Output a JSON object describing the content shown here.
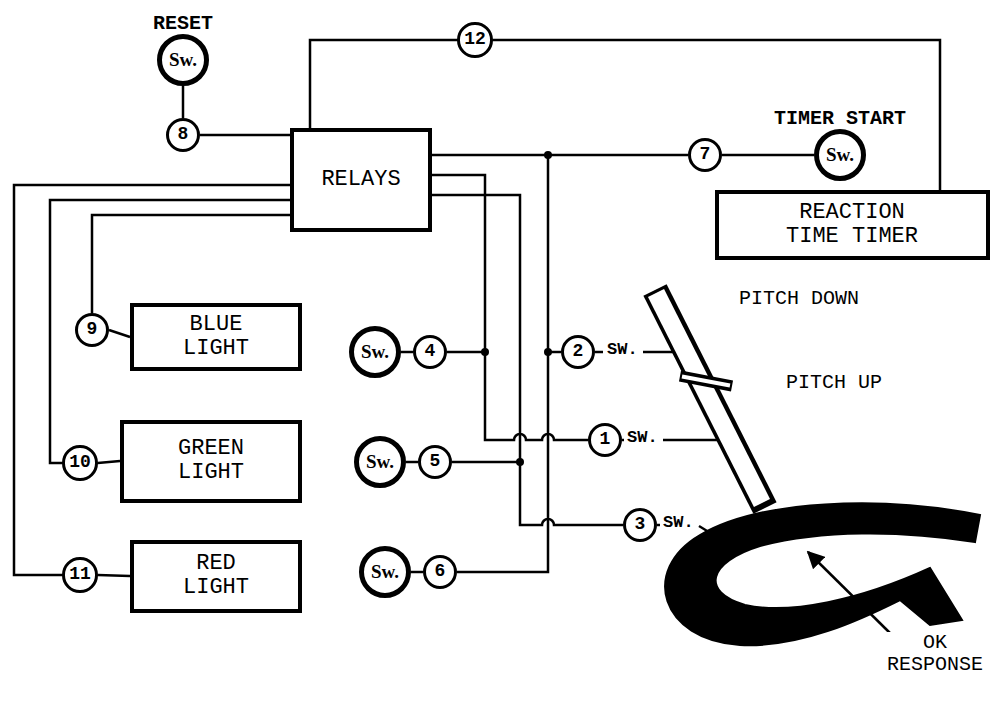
{
  "diagram": {
    "nodes": [
      {
        "text": [
          "RESET",
          "Sw."
        ]
      },
      {
        "text": [
          "12"
        ]
      },
      {
        "text": [
          "8"
        ]
      },
      {
        "text": [
          "RELAYS"
        ]
      },
      {
        "text": [
          "7"
        ]
      },
      {
        "text": [
          "TIMER START",
          "Sw."
        ]
      },
      {
        "text": [
          "REACTION TIME TIMER"
        ]
      },
      {
        "text": [
          "9"
        ]
      },
      {
        "text": [
          "BLUE LIGHT"
        ]
      },
      {
        "text": [
          "Sw."
        ]
      },
      {
        "text": [
          "4"
        ]
      },
      {
        "text": [
          "2"
        ]
      },
      {
        "text": [
          "1"
        ]
      },
      {
        "text": [
          "10"
        ]
      },
      {
        "text": [
          "GREEN LIGHT"
        ]
      },
      {
        "text": [
          "Sw."
        ]
      },
      {
        "text": [
          "5"
        ]
      },
      {
        "text": [
          "3"
        ]
      },
      {
        "text": [
          "11"
        ]
      },
      {
        "text": [
          "RED LIGHT"
        ]
      },
      {
        "text": [
          "Sw."
        ]
      },
      {
        "text": [
          "6"
        ]
      }
    ],
    "edges": [
      {
        "from": 0,
        "to": 2,
        "arrow": "none"
      },
      {
        "from": 2,
        "to": 3,
        "arrow": "none"
      },
      {
        "from": 3,
        "to": 1,
        "arrow": "none"
      },
      {
        "from": 1,
        "to": 6,
        "arrow": "none"
      },
      {
        "from": 3,
        "to": 4,
        "arrow": "none"
      },
      {
        "from": 4,
        "to": 5,
        "arrow": "none"
      },
      {
        "from": 3,
        "to": 7,
        "arrow": "none"
      },
      {
        "from": 7,
        "to": 8,
        "arrow": "none"
      },
      {
        "from": 3,
        "to": 13,
        "arrow": "none"
      },
      {
        "from": 13,
        "to": 14,
        "arrow": "none"
      },
      {
        "from": 3,
        "to": 18,
        "arrow": "none"
      },
      {
        "from": 18,
        "to": 19,
        "arrow": "none"
      },
      {
        "from": 9,
        "to": 10,
        "arrow": "none"
      },
      {
        "from": 15,
        "to": 16,
        "arrow": "none"
      },
      {
        "from": 20,
        "to": 21,
        "arrow": "none"
      }
    ],
    "labels": [
      "PITCH DOWN",
      "SW.",
      "PITCH UP",
      "SW.",
      "SW.",
      "OK RESPONSE"
    ]
  }
}
